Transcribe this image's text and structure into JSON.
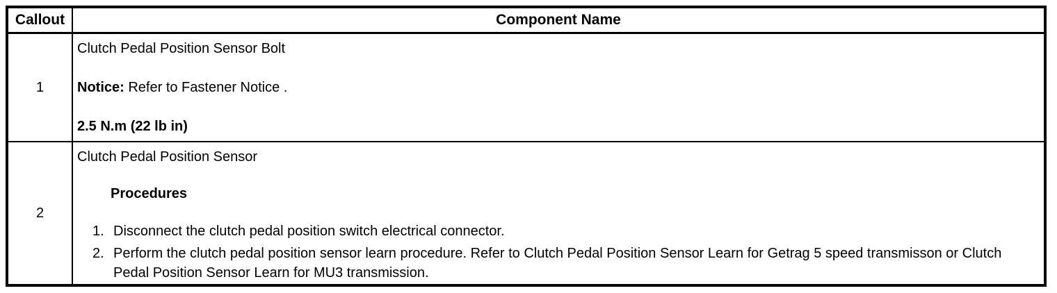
{
  "table": {
    "header": {
      "callout": "Callout",
      "component_name": "Component Name"
    },
    "row1": {
      "callout": "1",
      "component_title": "Clutch Pedal Position Sensor Bolt",
      "notice_label": "Notice:",
      "notice_text": " Refer to Fastener Notice .",
      "torque_spec": "2.5 N.m (22 lb in)"
    },
    "row2": {
      "callout": "2",
      "component_title": "Clutch Pedal Position Sensor",
      "procedures_heading": "Procedures",
      "step1_num": "1.",
      "step1_text": "Disconnect the clutch pedal position switch electrical connector.",
      "step2_num": "2.",
      "step2_text": "Perform the clutch pedal position sensor learn procedure. Refer to Clutch Pedal Position Sensor Learn for Getrag 5 speed transmisson or Clutch Pedal Position Sensor Learn for MU3 transmission."
    },
    "colors": {
      "border": "#000000",
      "text": "#000000",
      "background": "#ffffff"
    }
  }
}
